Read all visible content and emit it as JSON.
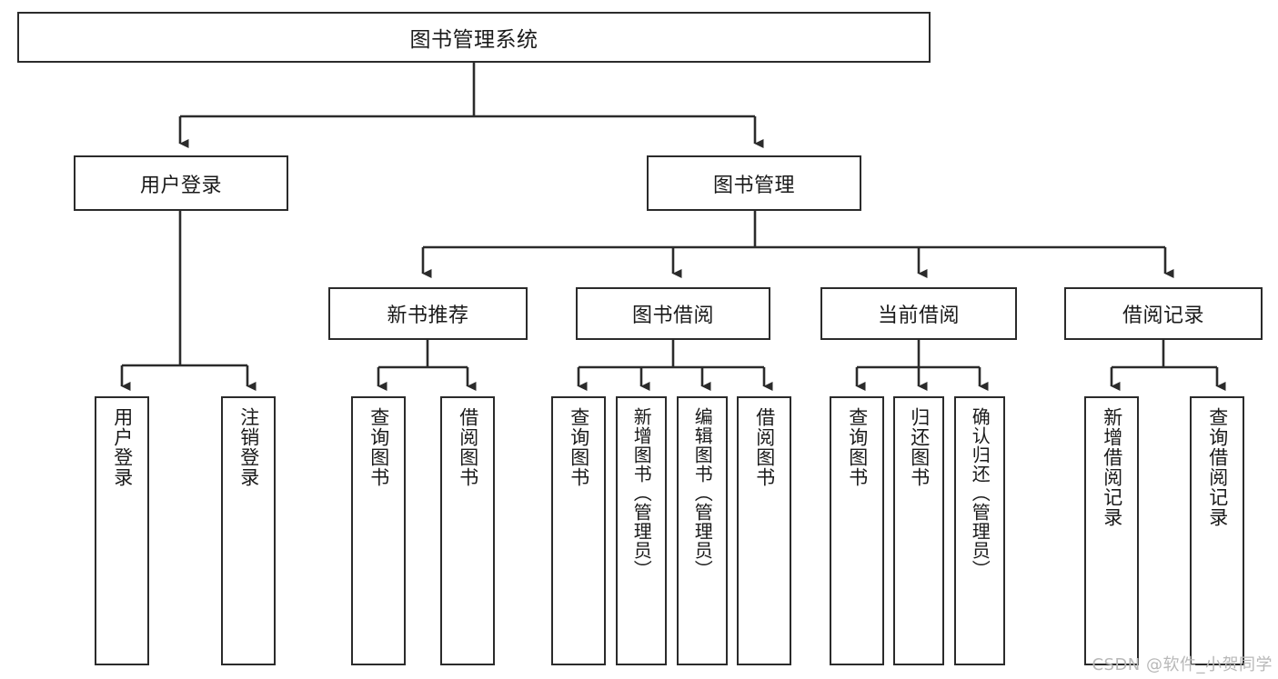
{
  "diagram": {
    "title": "图书管理系统",
    "type": "hierarchy-tree",
    "root": {
      "label": "图书管理系统"
    },
    "level2": [
      {
        "id": "user-login",
        "label": "用户登录"
      },
      {
        "id": "book-management",
        "label": "图书管理"
      }
    ],
    "level3": [
      {
        "id": "new-book-recommend",
        "label": "新书推荐",
        "parent": "book-management"
      },
      {
        "id": "book-borrow",
        "label": "图书借阅",
        "parent": "book-management"
      },
      {
        "id": "current-borrow",
        "label": "当前借阅",
        "parent": "book-management"
      },
      {
        "id": "borrow-record",
        "label": "借阅记录",
        "parent": "book-management"
      }
    ],
    "leaves": [
      {
        "id": "leaf-user-login",
        "label": "用户登录",
        "parent": "user-login"
      },
      {
        "id": "leaf-user-logout",
        "label": "注销登录",
        "parent": "user-login"
      },
      {
        "id": "leaf-query-book-1",
        "label": "查询图书",
        "parent": "new-book-recommend"
      },
      {
        "id": "leaf-borrow-book-1",
        "label": "借阅图书",
        "parent": "new-book-recommend"
      },
      {
        "id": "leaf-query-book-2",
        "label": "查询图书",
        "parent": "book-borrow"
      },
      {
        "id": "leaf-add-book",
        "label": "新增图书（管理员）",
        "parent": "book-borrow"
      },
      {
        "id": "leaf-edit-book",
        "label": "编辑图书（管理员）",
        "parent": "book-borrow"
      },
      {
        "id": "leaf-borrow-book-2",
        "label": "借阅图书",
        "parent": "book-borrow"
      },
      {
        "id": "leaf-query-book-3",
        "label": "查询图书",
        "parent": "current-borrow"
      },
      {
        "id": "leaf-return-book",
        "label": "归还图书",
        "parent": "current-borrow"
      },
      {
        "id": "leaf-confirm-return",
        "label": "确认归还（管理员）",
        "parent": "current-borrow"
      },
      {
        "id": "leaf-add-record",
        "label": "新增借阅记录",
        "parent": "borrow-record"
      },
      {
        "id": "leaf-query-record",
        "label": "查询借阅记录",
        "parent": "borrow-record"
      }
    ],
    "watermark": "CSDN @软件_小贺同学",
    "colors": {
      "border": "#2b2b2b",
      "background": "#ffffff",
      "text": "#1a1a1a",
      "watermark": "#b8b8b8"
    }
  }
}
